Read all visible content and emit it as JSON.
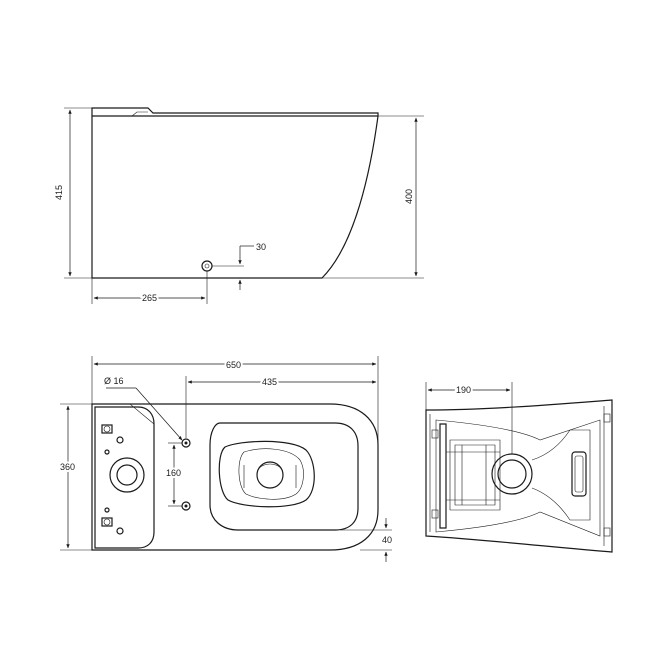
{
  "drawing": {
    "side_view": {
      "height_left": "415",
      "height_right": "400",
      "outlet_offset": "30",
      "outlet_distance": "265"
    },
    "top_view": {
      "overall_length": "650",
      "fixing_distance": "435",
      "hole_diameter": "Ø 16",
      "width": "360",
      "hole_spacing": "160",
      "front_offset": "40"
    },
    "bottom_view": {
      "outlet_distance": "190"
    }
  }
}
